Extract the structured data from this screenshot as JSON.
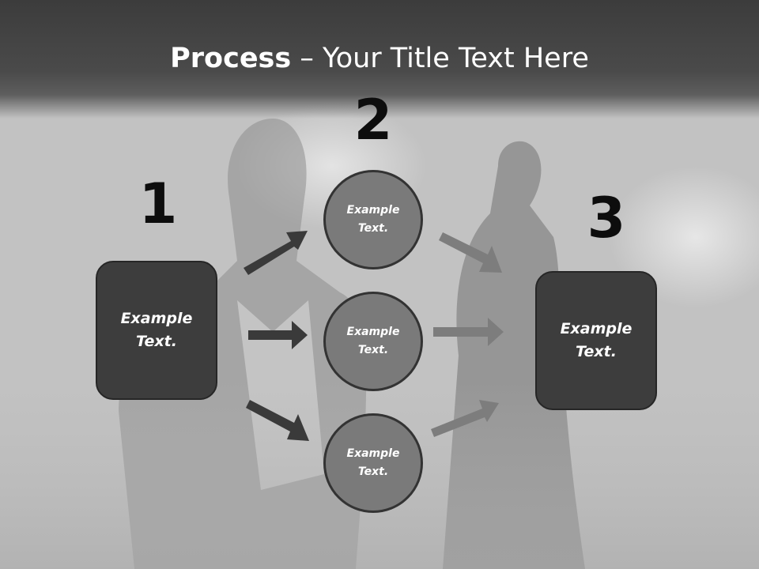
{
  "title": {
    "bold": "Process",
    "rest": " – Your Title Text Here"
  },
  "steps": [
    {
      "number": "1",
      "text_line1": "Example",
      "text_line2": "Text."
    },
    {
      "number": "2"
    },
    {
      "number": "3",
      "text_line1": "Example",
      "text_line2": "Text."
    }
  ],
  "circles": [
    {
      "text_line1": "Example",
      "text_line2": "Text."
    },
    {
      "text_line1": "Example",
      "text_line2": "Text."
    },
    {
      "text_line1": "Example",
      "text_line2": "Text."
    }
  ],
  "colors": {
    "box_fill": "#3d3d3d",
    "circle_fill": "#7a7a7a",
    "arrow_dark": "#3a3a3a",
    "arrow_light": "#7a7a7a",
    "number": "#0d0d0d"
  }
}
